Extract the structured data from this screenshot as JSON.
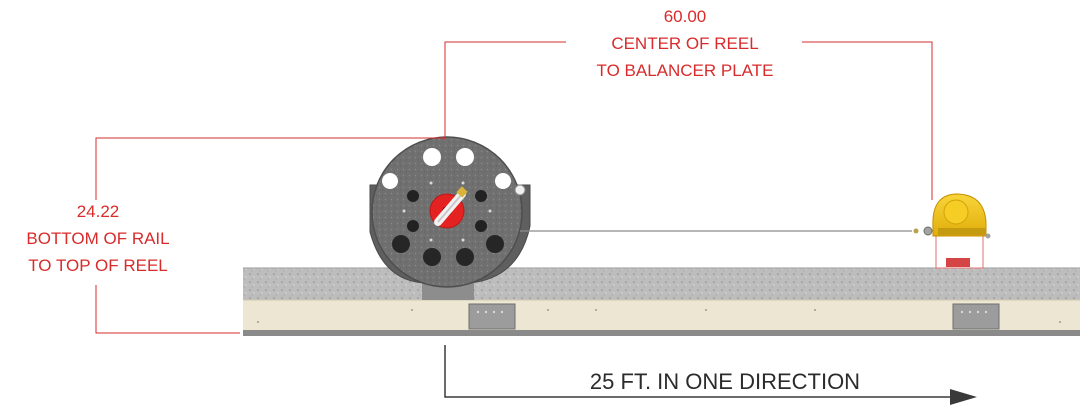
{
  "dimensions": {
    "reel_to_balancer": {
      "value": "60.00",
      "line1": "CENTER OF REEL",
      "line2": "TO BALANCER PLATE"
    },
    "rail_to_reel": {
      "value": "24.22",
      "line1": "BOTTOM OF RAIL",
      "line2": "TO TOP OF REEL"
    }
  },
  "travel": {
    "label": "25 FT. IN ONE DIRECTION"
  },
  "colors": {
    "dimension_red": "#d92b2b",
    "balancer_yellow": "#f2c514",
    "hub_red": "#e52222",
    "reel_gray": "#6f6f6f",
    "rail_cream": "#ece6d3",
    "rail_gravel": "#b7b7b7"
  }
}
